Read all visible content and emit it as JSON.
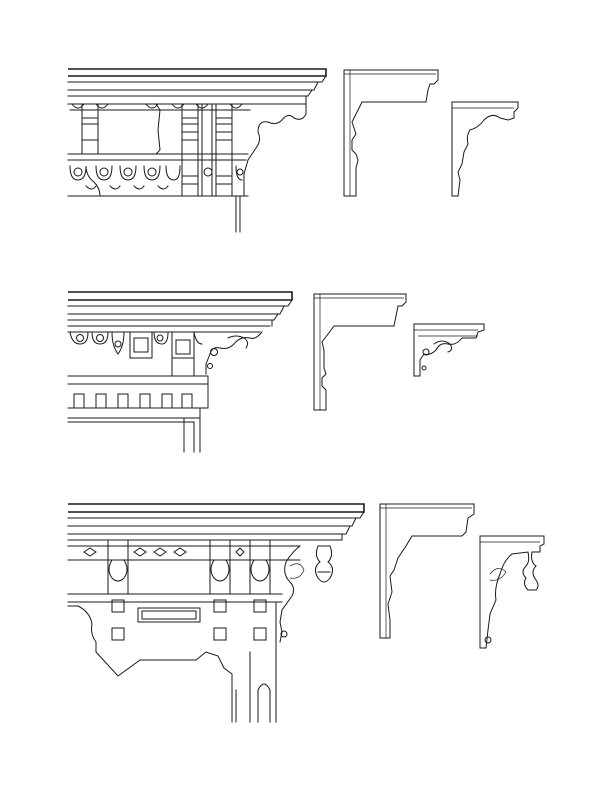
{
  "sheet": {
    "rows": [
      {
        "id": "row-1",
        "elevation": "bracketed-cornice-with-pierced-frieze",
        "sections": 2
      },
      {
        "id": "row-2",
        "elevation": "cornice-with-scroll-bracket-and-dentils",
        "sections": 2
      },
      {
        "id": "row-3",
        "elevation": "cornice-with-turned-drop-brackets-and-panel",
        "sections": 2
      }
    ]
  },
  "colors": {
    "ink": "#1a1a1a",
    "paper": "#ffffff"
  }
}
